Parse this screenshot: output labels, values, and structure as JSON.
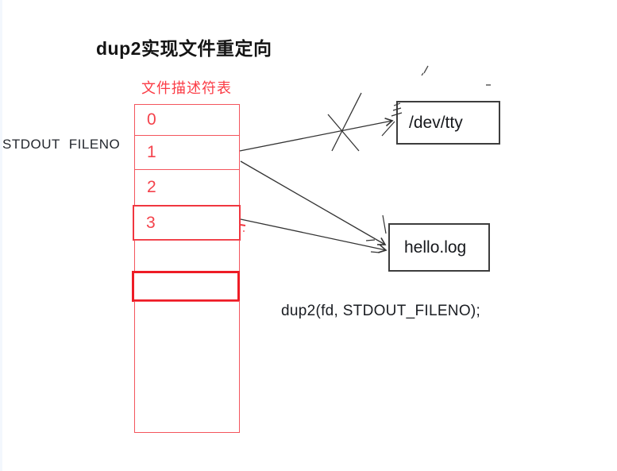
{
  "title": "dup2实现文件重定向",
  "fd_table": {
    "label": "文件描述符表",
    "rows": [
      {
        "index": "0"
      },
      {
        "index": "1"
      },
      {
        "index": "2"
      },
      {
        "index": "3"
      }
    ],
    "empty_rows": 3
  },
  "labels": {
    "stdout_fileno": "STDOUT FILENO",
    "code": "dup2(fd, STDOUT_FILENO);"
  },
  "file_boxes": [
    {
      "name": "/dev/tty"
    },
    {
      "name": "hello.log"
    }
  ],
  "annotations": {
    "crossed_out_arrow": "fd1-to-devtty-crossed-out",
    "active_arrows": [
      "fd1-to-hellolog",
      "fd3-to-hellolog"
    ]
  },
  "colors": {
    "table_red": "#f4555d",
    "text_red": "#f4424b",
    "highlight_red": "#ee1c26",
    "arrow_black": "#333333",
    "box_border": "#3d3d3d",
    "background": "#ffffff"
  }
}
